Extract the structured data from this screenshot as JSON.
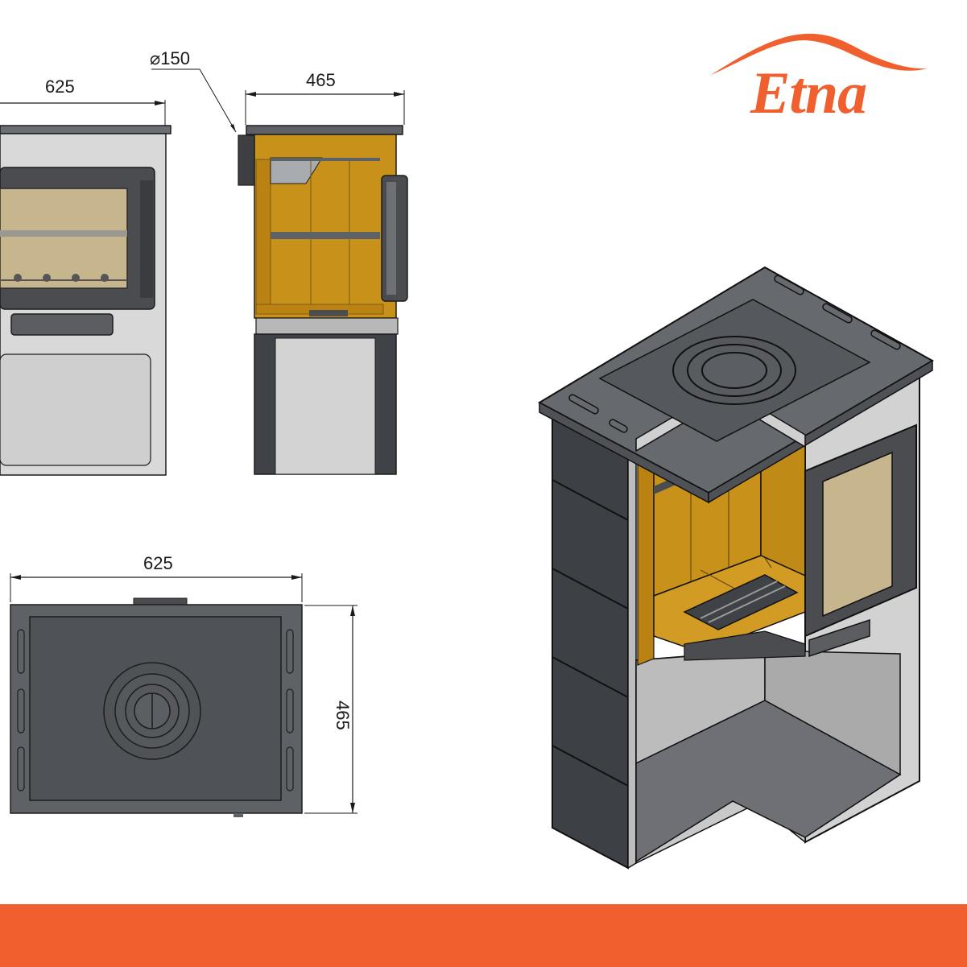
{
  "brand": {
    "name": "Etna",
    "color": "#f0602f"
  },
  "dimensions": {
    "front_width": "625",
    "flue_diameter": "⌀150",
    "side_depth": "465",
    "top_width": "625",
    "top_depth": "465"
  },
  "colors": {
    "firebrick": "#c8921a",
    "steel_dark": "#5e6166",
    "steel_light": "#d3d3d3",
    "outline": "#1d1d1d",
    "accent_bar": "#f0602f"
  }
}
